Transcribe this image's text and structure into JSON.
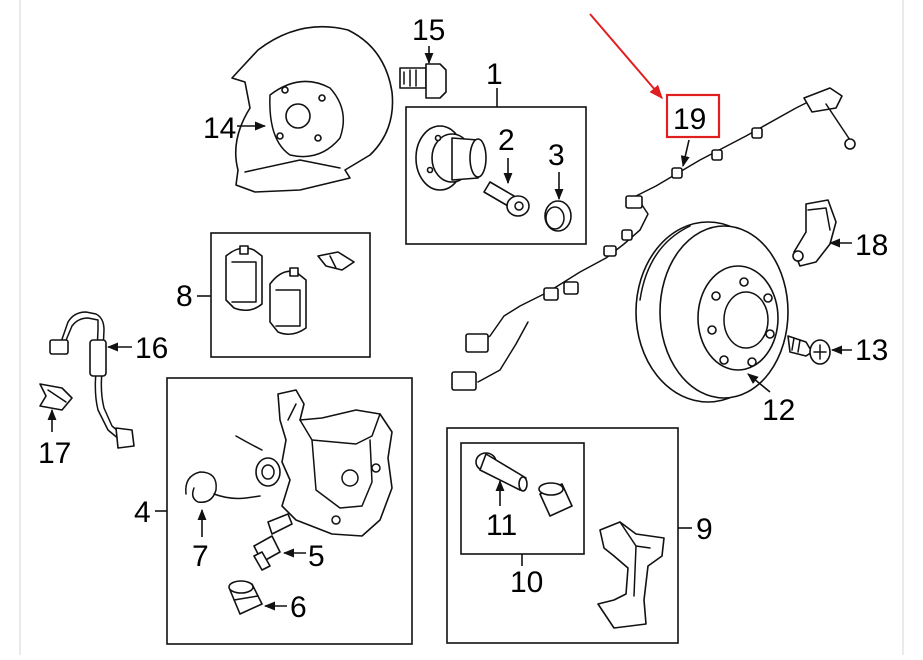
{
  "diagram": {
    "highlight_color": "#e02020",
    "highlighted_callout": "19",
    "callouts": [
      "1",
      "2",
      "3",
      "4",
      "5",
      "6",
      "7",
      "8",
      "9",
      "10",
      "11",
      "12",
      "13",
      "14",
      "15",
      "16",
      "17",
      "18",
      "19"
    ]
  }
}
